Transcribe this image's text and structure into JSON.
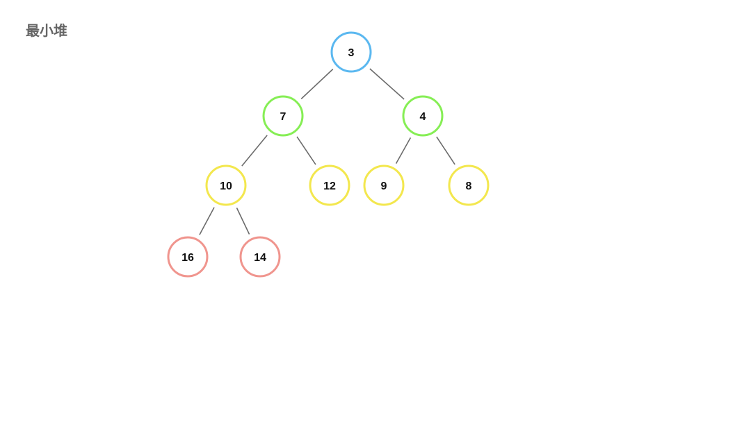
{
  "title": "最小堆",
  "nodes": [
    {
      "id": "n3",
      "label": "3",
      "color": "#5bb8f0"
    },
    {
      "id": "n7",
      "label": "7",
      "color": "#86ee55"
    },
    {
      "id": "n4",
      "label": "4",
      "color": "#86ee55"
    },
    {
      "id": "n10",
      "label": "10",
      "color": "#f3e74e"
    },
    {
      "id": "n12",
      "label": "12",
      "color": "#f3e74e"
    },
    {
      "id": "n9",
      "label": "9",
      "color": "#f3e74e"
    },
    {
      "id": "n8",
      "label": "8",
      "color": "#f3e74e"
    },
    {
      "id": "n16",
      "label": "16",
      "color": "#f0958e"
    },
    {
      "id": "n14",
      "label": "14",
      "color": "#f0958e"
    }
  ],
  "edges": [
    {
      "from": "n3",
      "to": "n7"
    },
    {
      "from": "n3",
      "to": "n4"
    },
    {
      "from": "n7",
      "to": "n10"
    },
    {
      "from": "n7",
      "to": "n12"
    },
    {
      "from": "n4",
      "to": "n9"
    },
    {
      "from": "n4",
      "to": "n8"
    },
    {
      "from": "n10",
      "to": "n16"
    },
    {
      "from": "n10",
      "to": "n14"
    }
  ]
}
